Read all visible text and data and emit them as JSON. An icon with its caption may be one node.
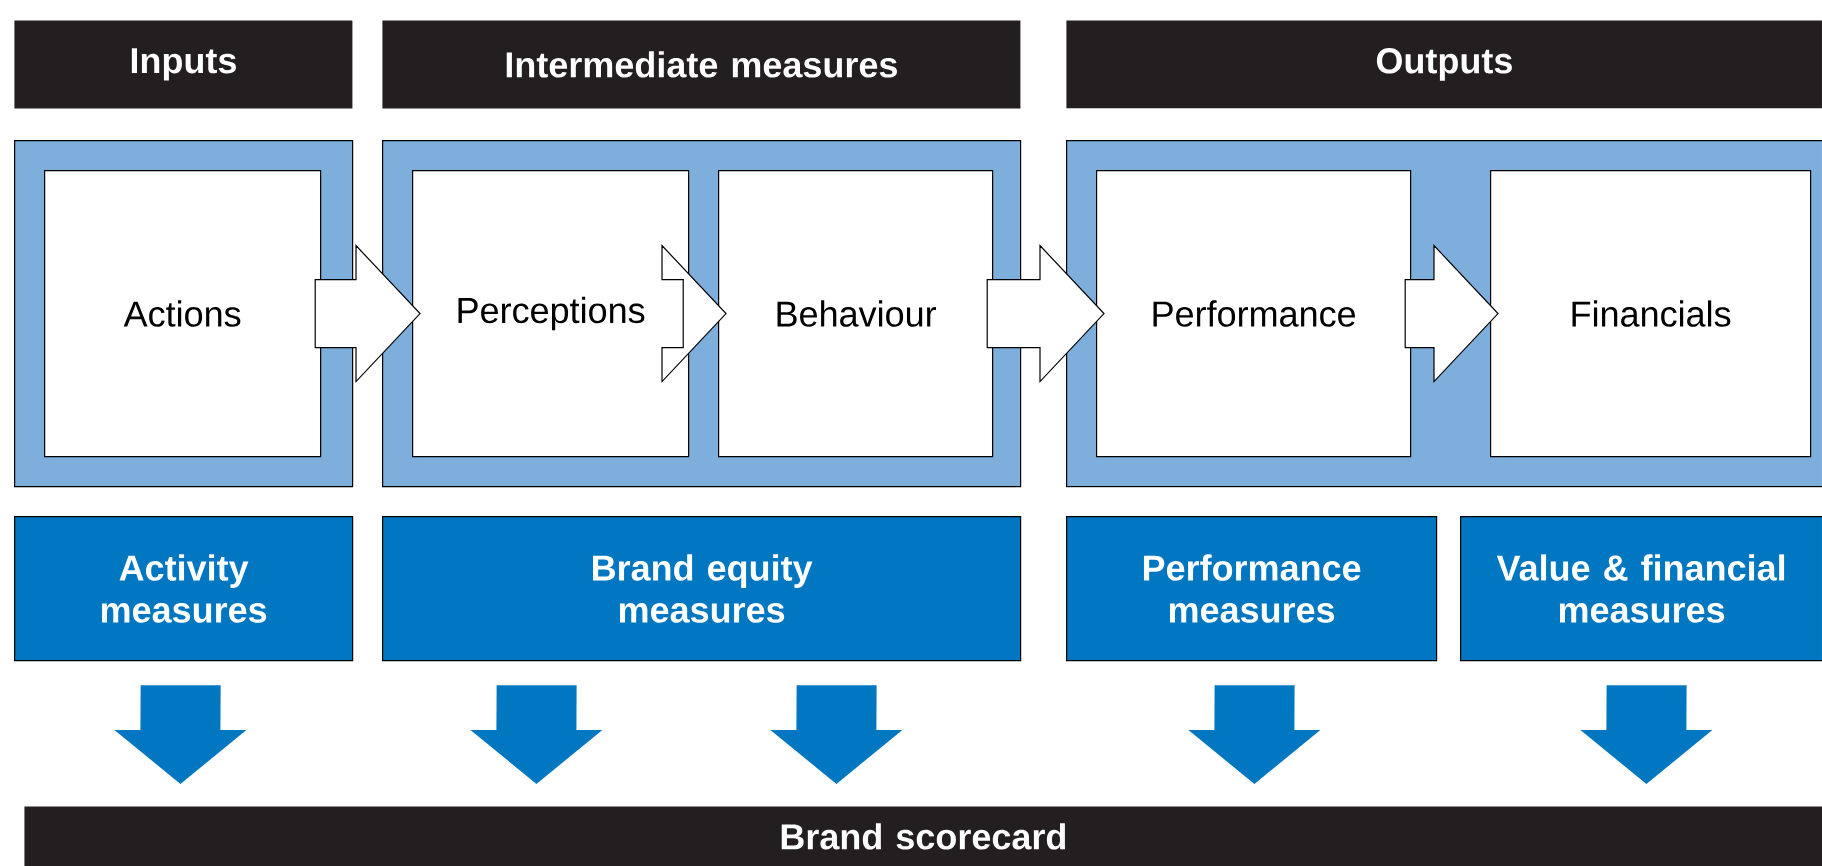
{
  "diagram": {
    "nodes": [
      {
        "text": [
          "Inputs"
        ]
      },
      {
        "text": [
          "Intermediate measures"
        ]
      },
      {
        "text": [
          "Outputs"
        ]
      },
      {
        "text": [],
        "shape": "box"
      },
      {
        "text": [
          "Actions"
        ],
        "in": 3
      },
      {
        "text": [],
        "shape": "box"
      },
      {
        "text": [
          "Perceptions"
        ],
        "in": 5
      },
      {
        "text": [
          "Behaviour"
        ],
        "in": 5
      },
      {
        "text": [],
        "shape": "box"
      },
      {
        "text": [
          "Performance"
        ],
        "in": 8
      },
      {
        "text": [
          "Financials"
        ],
        "in": 8
      },
      {
        "text": [
          "Activity measures"
        ]
      },
      {
        "text": [
          "Brand equity measures"
        ]
      },
      {
        "text": [
          "Performance measures"
        ]
      },
      {
        "text": [
          "Value & financial measures"
        ]
      },
      {
        "text": [
          "Brand scorecard"
        ]
      }
    ],
    "edges": [
      {
        "from": 4,
        "to": 6,
        "arrow": "to"
      },
      {
        "from": 6,
        "to": 7,
        "arrow": "to"
      },
      {
        "from": 7,
        "to": 9,
        "arrow": "to"
      },
      {
        "from": 9,
        "to": 10,
        "arrow": "to"
      },
      {
        "from": 11,
        "to": 15,
        "arrow": "to"
      },
      {
        "from": 12,
        "to": 15,
        "arrow": "to"
      },
      {
        "from": 12,
        "to": 15,
        "arrow": "to"
      },
      {
        "from": 13,
        "to": 15,
        "arrow": "to"
      },
      {
        "from": 14,
        "to": 15,
        "arrow": "to"
      }
    ]
  }
}
